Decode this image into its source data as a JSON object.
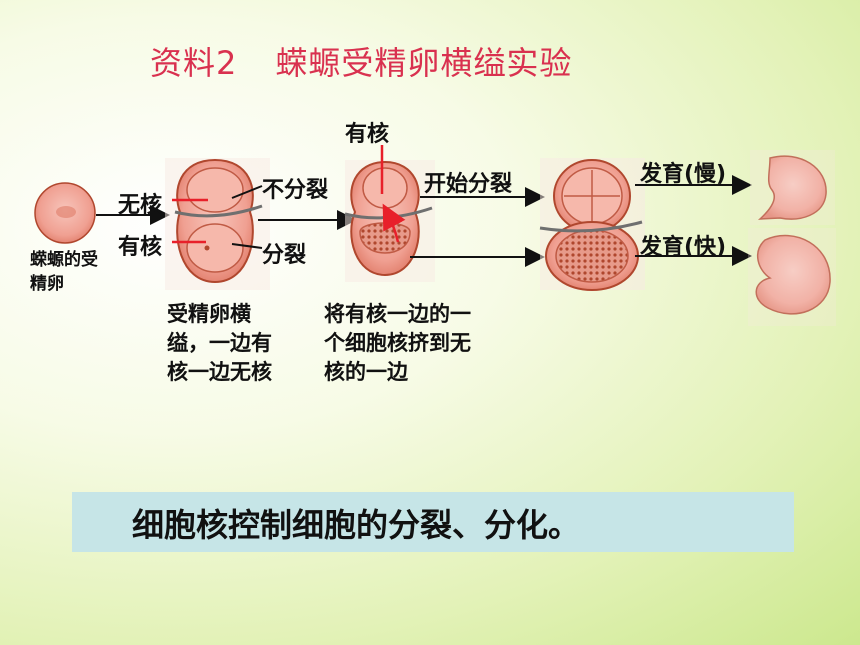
{
  "title": {
    "prefix": "资料2",
    "main": "蝾螈受精卵横缢实验"
  },
  "labels": {
    "egg": "蝾螈的受精卵",
    "no_nucleus": "无核",
    "with_nucleus": "有核",
    "no_divide": "不分裂",
    "divide": "分裂",
    "nucleus_top": "有核",
    "start_divide": "开始分裂",
    "develop_slow": "发育(慢)",
    "develop_fast": "发育(快)"
  },
  "descriptions": {
    "step1": "受精卵横缢，一边有核一边无核",
    "step2": "将有核一边的一个细胞核挤到无核的一边"
  },
  "conclusion": "细胞核控制细胞的分裂、分化。",
  "colors": {
    "title": "#d9314f",
    "pointer": "#e8202a",
    "cell_fill": "#f2a79a",
    "cell_outline": "#b0472e",
    "conclusion_bg": "#c6e5e7"
  }
}
